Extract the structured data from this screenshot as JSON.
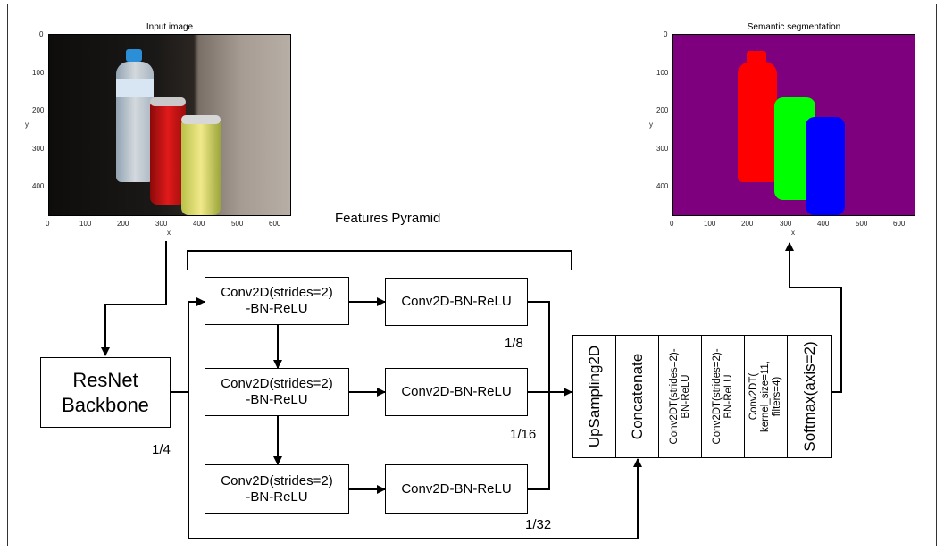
{
  "input_plot": {
    "title": "Input image",
    "xlabel": "x",
    "ylabel": "y",
    "xticks": [
      "0",
      "100",
      "200",
      "300",
      "400",
      "500",
      "600"
    ],
    "yticks": [
      "0",
      "100",
      "200",
      "300",
      "400"
    ]
  },
  "seg_plot": {
    "title": "Semantic segmentation",
    "xlabel": "x",
    "ylabel": "y",
    "xticks": [
      "0",
      "100",
      "200",
      "300",
      "400",
      "500",
      "600"
    ],
    "yticks": [
      "0",
      "100",
      "200",
      "300",
      "400"
    ],
    "colors": {
      "background": "#7f007f",
      "bottle": "#ff0000",
      "can1": "#00ff00",
      "can2": "#0000ff"
    }
  },
  "pyramid_label": "Features Pyramid",
  "backbone": {
    "line1": "ResNet",
    "line2": "Backbone"
  },
  "conv_stride": {
    "line1": "Conv2D(strides=2)",
    "line2": "-BN-ReLU"
  },
  "conv_bn": "Conv2D-BN-ReLU",
  "scales": {
    "s4": "1/4",
    "s8": "1/8",
    "s16": "1/16",
    "s32": "1/32"
  },
  "head": {
    "upsampling": "UpSampling2D",
    "concatenate": "Concatenate",
    "convt1": {
      "line1": "Conv2DT(strides=2)-",
      "line2": "BN-ReLU"
    },
    "convt2": {
      "line1": "Conv2DT(strides=2)-",
      "line2": "BN-ReLU"
    },
    "convt3": {
      "line1": "Conv2DT(",
      "line2": "kernel_size=11,",
      "line3": "filters=4)"
    },
    "softmax": "Softmax(axis=2)"
  }
}
